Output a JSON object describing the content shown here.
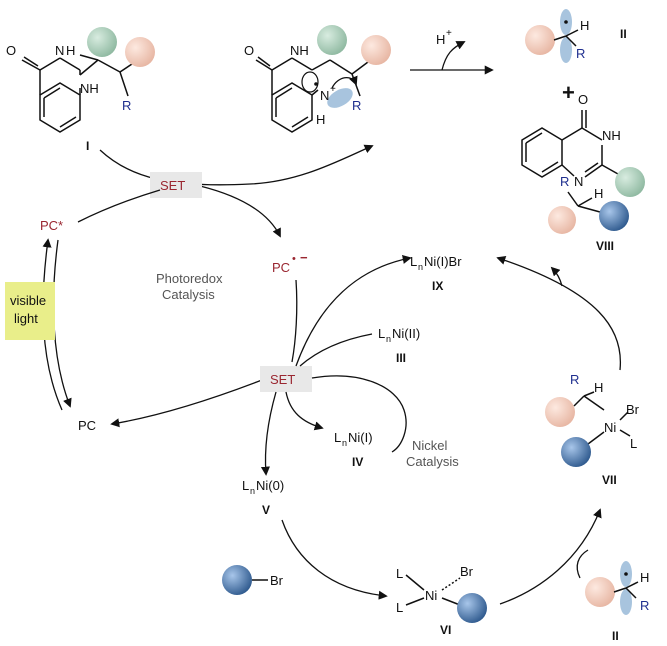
{
  "colors": {
    "pink_sphere": "#f3cdbf",
    "green_sphere": "#a9cdb8",
    "blue_sphere": "#4f77a8",
    "set_box": "#e8e8e8",
    "light_box": "#e9ee8a",
    "red_text": "#9a2630",
    "blue_text": "#1f2f8f",
    "orbital": "#a8c4de"
  },
  "labels": {
    "set_top": "SET",
    "set_mid": "SET",
    "pc_star": "PC*",
    "pc_radical_anion": "PC",
    "pc": "PC",
    "visible": "visible",
    "light": "light",
    "photoredox": "Photoredox",
    "catalysis": "Catalysis",
    "nickel": "Nickel",
    "nickel_catalysis": "Catalysis",
    "h_plus": "H",
    "plus_sign": "+",
    "plus_charge": "+",
    "superscript_plus": "+",
    "minus_sign": "−",
    "dot": "•"
  },
  "atoms": {
    "O": "O",
    "H": "H",
    "N": "N",
    "NH": "NH",
    "R": "R",
    "Br": "Br",
    "L": "L",
    "Ni": "Ni"
  },
  "species": {
    "I": "I",
    "II": "II",
    "III": "III",
    "IV": "IV",
    "V": "V",
    "VI": "VI",
    "VII": "VII",
    "VIII": "VIII",
    "IX": "IX",
    "LnNi_I_Br": "L",
    "LnNi_I_Br_sub": "n",
    "LnNi_I_Br_rest": "Ni(I)Br",
    "LnNi_II_rest": "Ni(II)",
    "LnNi_I_rest": "Ni(I)",
    "LnNi_0_rest": "Ni(0)"
  }
}
